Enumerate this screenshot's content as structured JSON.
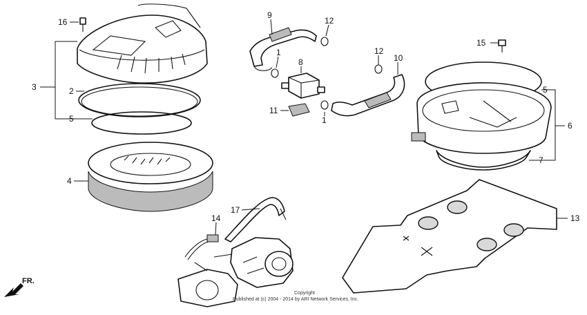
{
  "callouts": {
    "c16": "16",
    "c3": "3",
    "c2": "2",
    "c5a": "5",
    "c4": "4",
    "c9": "9",
    "c12a": "12",
    "c1a": "1",
    "c8": "8",
    "c11": "11",
    "c1b": "1",
    "c12b": "12",
    "c10": "10",
    "c15": "15",
    "c5b": "5",
    "c6": "6",
    "c7": "7",
    "c17": "17",
    "c14": "14",
    "c13": "13"
  },
  "direction_label": "FR.",
  "copyright": {
    "line1": "Copyright",
    "line2": "Published at (c) 2004 - 2014 by ARI Network Services, Inc."
  }
}
